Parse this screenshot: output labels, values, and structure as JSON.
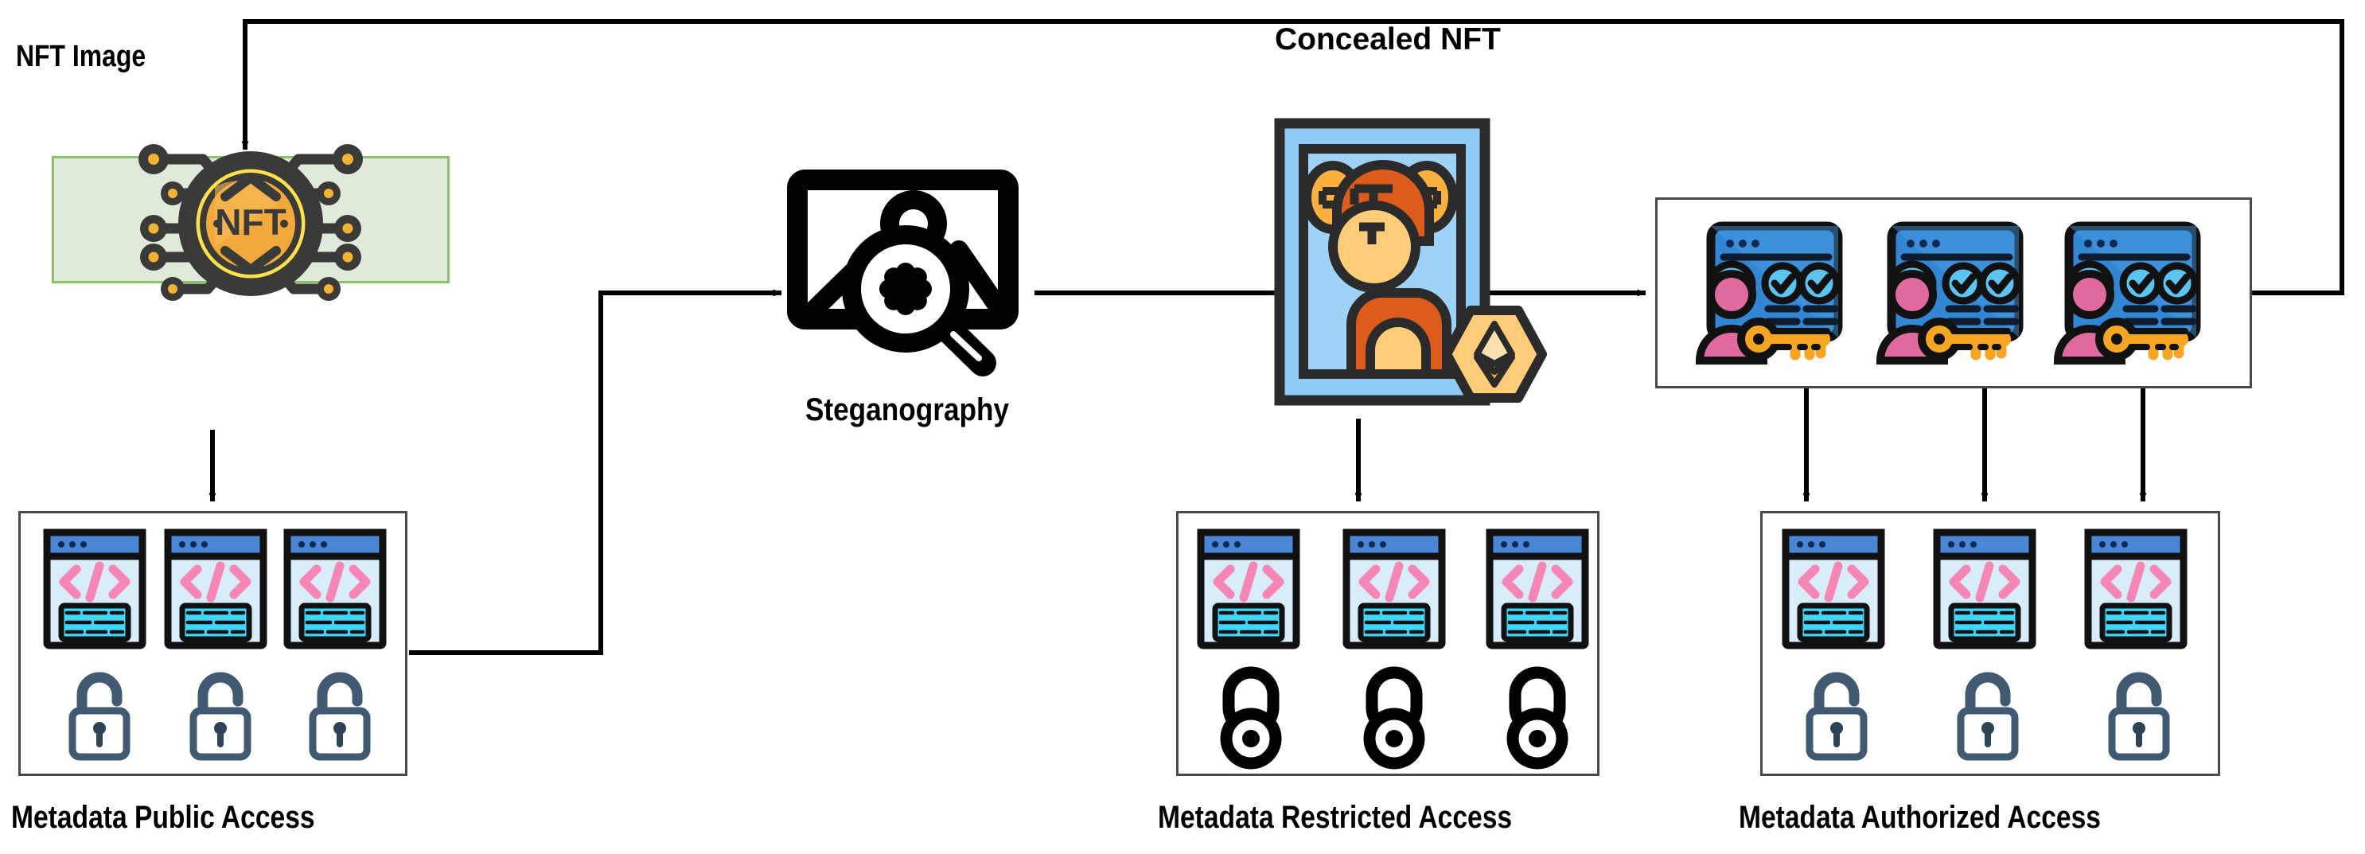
{
  "diagram": {
    "title": "NFT steganography metadata access-control flow",
    "labels": {
      "nft_image": "NFT Image",
      "steganography": "Steganography",
      "concealed_nft": "Concealed NFT",
      "metadata_public": "Metadata Public Access",
      "metadata_restricted": "Metadata Restricted Access",
      "metadata_authorized": "Metadata Authorized Access"
    },
    "nodes": [
      {
        "id": "nft-image",
        "label": "NFT Image",
        "icon": "nft-coin-chip-icon",
        "fill": "#dfeada",
        "stroke": "#8cc06a"
      },
      {
        "id": "steganography",
        "label": "Steganography",
        "icon": "image-search-icon",
        "fill": "#ffffff",
        "stroke": "#000000"
      },
      {
        "id": "concealed-nft",
        "label": "Concealed NFT",
        "icon": "ape-portrait-ethereum-icon",
        "fill": "#8fcbf4",
        "stroke": "#2b2b2b"
      },
      {
        "id": "authorized-users",
        "label": "",
        "icon": "user-key-card-icon",
        "fill": "#ffffff",
        "stroke": "#4a4a4a"
      },
      {
        "id": "metadata-public",
        "label": "Metadata Public Access",
        "icon": "code-window-unlocked-icon",
        "fill": "#ffffff",
        "stroke": "#4a4a4a"
      },
      {
        "id": "metadata-restricted",
        "label": "Metadata Restricted Access",
        "icon": "code-window-locked-icon",
        "fill": "#ffffff",
        "stroke": "#4a4a4a"
      },
      {
        "id": "metadata-authorized",
        "label": "Metadata Authorized Access",
        "icon": "code-window-unlocked-icon",
        "fill": "#ffffff",
        "stroke": "#4a4a4a"
      }
    ],
    "edges": [
      {
        "from": "feedback-loop",
        "to": "nft-image",
        "style": "elbow",
        "arrow": true
      },
      {
        "from": "nft-image",
        "to": "metadata-public",
        "style": "straight",
        "arrow": true
      },
      {
        "from": "metadata-public",
        "to": "steganography",
        "style": "elbow",
        "arrow": true
      },
      {
        "from": "steganography",
        "to": "concealed-nft",
        "style": "straight",
        "arrow": true
      },
      {
        "from": "concealed-nft",
        "to": "metadata-restricted",
        "style": "straight",
        "arrow": true
      },
      {
        "from": "concealed-nft",
        "to": "authorized-users",
        "style": "straight",
        "arrow": true
      },
      {
        "from": "authorized-users",
        "to": "metadata-authorized",
        "style": "straight",
        "arrow": true
      },
      {
        "from": "authorized-users",
        "to": "feedback-loop",
        "style": "elbow",
        "arrow": false
      }
    ],
    "icon_counts": {
      "metadata_public_items": 3,
      "metadata_restricted_items": 3,
      "metadata_authorized_items": 3,
      "authorized_user_cards": 3
    },
    "colors": {
      "nft_panel_fill": "#dfeada",
      "nft_panel_stroke": "#8cc06a",
      "coin_gold": "#f2a93b",
      "coin_rim": "#ffe14d",
      "chip_dark": "#3a3a38",
      "frame_blue": "#8fcbf4",
      "frame_blue_dark": "#63b3ee",
      "ape_body": "#dd5b1b",
      "ape_face": "#ffcd7a",
      "ape_ear": "#fbb040",
      "eth_hex": "#ffcd7a",
      "code_window_bar": "#4a86d6",
      "code_window_body": "#d9edf9",
      "code_pink": "#f686b5",
      "code_cyan": "#3fd6f7",
      "lock_slate": "#415a72",
      "user_pink": "#e06a9e",
      "user_card_blue": "#3287d4",
      "key_gold": "#f6a623",
      "line_black": "#000000",
      "groupbox_stroke": "#4a4a4a"
    }
  }
}
